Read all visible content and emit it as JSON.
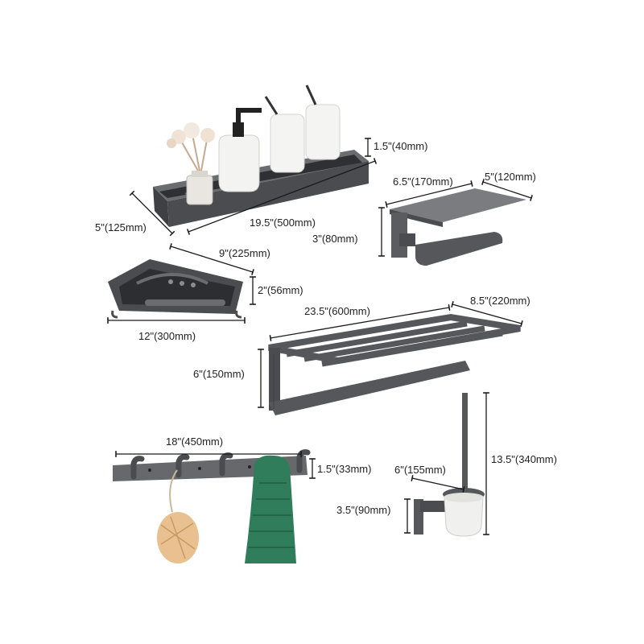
{
  "colors": {
    "metal": "#55575b",
    "metal_dark": "#3e4044",
    "metal_light": "#7a7c80",
    "dim_line": "#1a1a1a",
    "towel_green": "#2f7d5a",
    "sponge": "#e9c08f",
    "ceramic": "#f3f3f1"
  },
  "dimensions": {
    "shelf_height": "1.5\"(40mm)",
    "shelf_depth": "5\"(125mm)",
    "shelf_length": "19.5\"(500mm)",
    "holder_depth": "6.5\"(170mm)",
    "holder_width": "5\"(120mm)",
    "holder_height": "3\"(80mm)",
    "corner_side": "9\"(225mm)",
    "corner_height": "2\"(56mm)",
    "corner_width": "12\"(300mm)",
    "rack_length": "23.5\"(600mm)",
    "rack_depth": "8.5\"(220mm)",
    "rack_height": "6\"(150mm)",
    "hook_length": "18\"(450mm)",
    "hook_height": "1.5\"(33mm)",
    "brush_depth": "6\"(155mm)",
    "brush_base": "3.5\"(90mm)",
    "brush_height": "13.5\"(340mm)"
  }
}
